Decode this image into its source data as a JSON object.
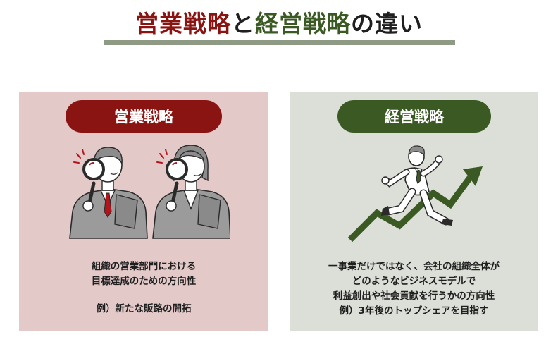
{
  "title": {
    "part1": "営業戦略",
    "part2": "と",
    "part3": "経営戦略",
    "part4": "の違い"
  },
  "left": {
    "label": "営業戦略",
    "desc_line1": "組織の営業部門における",
    "desc_line2": "目標達成のための方向性",
    "example": "例）新たな販路の開拓"
  },
  "right": {
    "label": "経営戦略",
    "desc_line1": "一事業だけではなく、会社の組織全体が",
    "desc_line2": "どのようなビジネスモデルで",
    "desc_line3": "利益創出や社会貢献を行うかの方向性",
    "example": "例）3年後のトップシェアを目指す"
  },
  "colors": {
    "sales_red": "#8a1412",
    "management_green": "#3b5a23",
    "left_panel_bg": "#e4c9c9",
    "right_panel_bg": "#dcdfd8",
    "underline_bar": "#8f9a85"
  }
}
